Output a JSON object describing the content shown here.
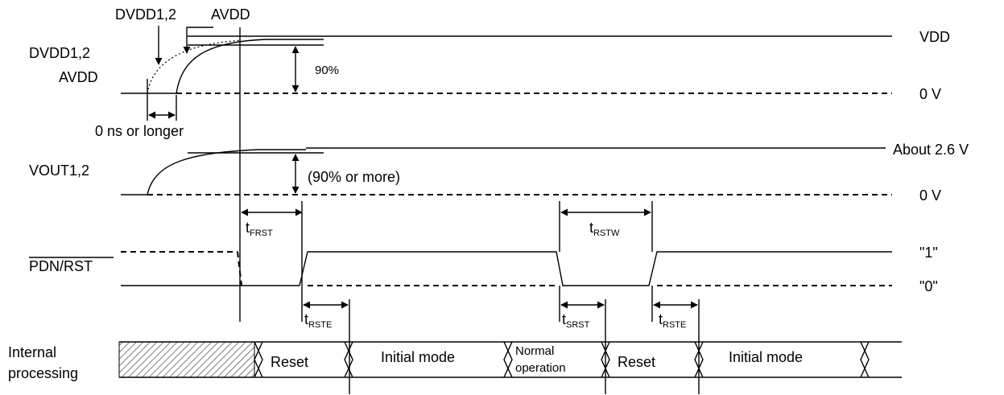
{
  "supply": {
    "arrow_label_dvdd": "DVDD1,2",
    "arrow_label_avdd": "AVDD",
    "label_line1": "DVDD1,2",
    "label_line2": "AVDD",
    "level_high": "VDD",
    "level_low": "0 V",
    "rise_percent": "90%",
    "delay_text": "0 ns or longer"
  },
  "vout": {
    "label": "VOUT1,2",
    "level_high": "About 2.6 V",
    "level_low": "0 V",
    "rise_percent": "(90% or more)"
  },
  "pdn": {
    "label": "PDN/RST",
    "level_high": "\"1\"",
    "level_low": "\"0\""
  },
  "timing": {
    "t_frst": {
      "main": "t",
      "sub": "FRST"
    },
    "t_rstw": {
      "main": "t",
      "sub": "RSTW"
    },
    "t_rste1": {
      "main": "t",
      "sub": "RSTE"
    },
    "t_srst": {
      "main": "t",
      "sub": "SRST"
    },
    "t_rste2": {
      "main": "t",
      "sub": "RSTE"
    }
  },
  "internal": {
    "label_line1": "Internal",
    "label_line2": "processing",
    "states": [
      {
        "line1": "Reset",
        "line2": ""
      },
      {
        "line1": "Initial mode",
        "line2": ""
      },
      {
        "line1": "Normal",
        "line2": "operation"
      },
      {
        "line1": "Reset",
        "line2": ""
      },
      {
        "line1": "Initial mode",
        "line2": ""
      }
    ]
  }
}
